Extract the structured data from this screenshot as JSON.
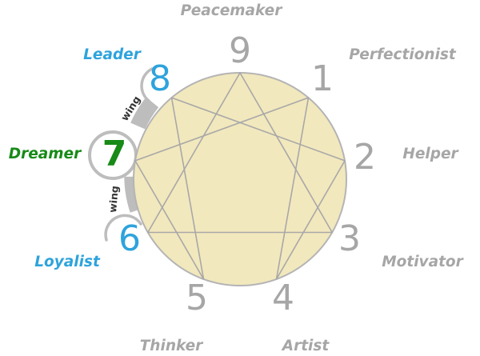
{
  "diagram": {
    "points": [
      {
        "number": "9",
        "name": "Peacemaker"
      },
      {
        "number": "1",
        "name": "Perfectionist"
      },
      {
        "number": "2",
        "name": "Helper"
      },
      {
        "number": "3",
        "name": "Motivator"
      },
      {
        "number": "4",
        "name": "Artist"
      },
      {
        "number": "5",
        "name": "Thinker"
      },
      {
        "number": "6",
        "name": "Loyalist"
      },
      {
        "number": "7",
        "name": "Dreamer"
      },
      {
        "number": "8",
        "name": "Leader"
      }
    ],
    "highlight": {
      "core": "7",
      "wings": [
        "8",
        "6"
      ]
    },
    "wing_label": "wing",
    "colors": {
      "circle_fill": "#f2e8bd",
      "circle_stroke": "#b4b4b4",
      "lines": "#a8a8a8",
      "default_text": "#a6a6a6",
      "wing_blue": "#2ea3dc",
      "core_green": "#178a17",
      "wing_band": "#bdbdbd",
      "wing_text": "#333333"
    }
  }
}
